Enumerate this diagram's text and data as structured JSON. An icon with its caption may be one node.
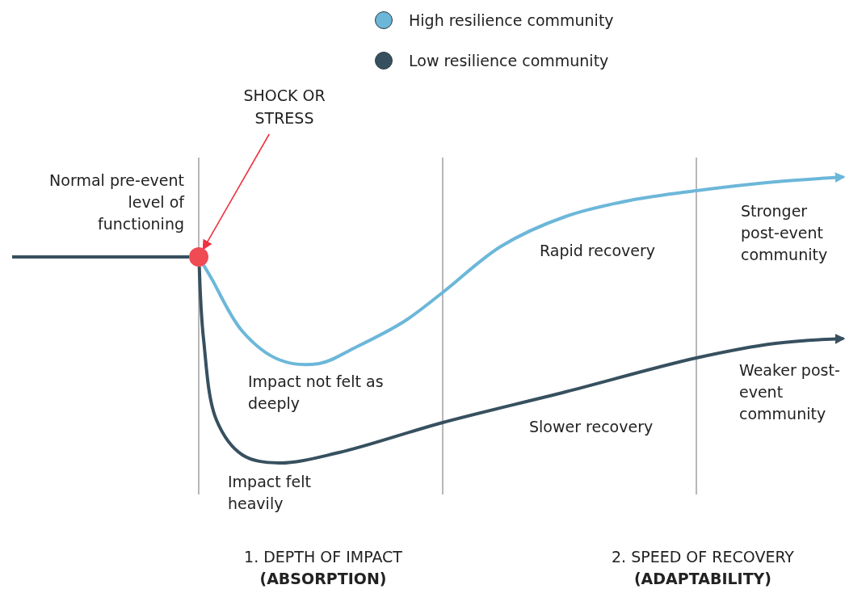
{
  "diagram": {
    "nodes": [
      {
        "text": [
          "SHOCK OR STRESS"
        ]
      },
      {
        "text": [],
        "shape": "circle"
      }
    ],
    "edges": [
      {
        "from": 0,
        "to": 1,
        "arrow": "to",
        "color": "#ee3340"
      },
      {
        "from": null,
        "to": 1,
        "arrow": "none"
      },
      {
        "from": 1,
        "to": null,
        "arrow": "to",
        "color": "#6cb7d9"
      },
      {
        "from": 1,
        "to": null,
        "arrow": "to"
      }
    ],
    "labels": [
      "Normal pre-event level of functioning",
      "Rapid recovery",
      "Stronger post-event community",
      "Impact not felt as deeply",
      "Weaker post-event community",
      "Slower recovery",
      "Impact felt heavily",
      "1. DEPTH OF IMPACT",
      "(ABSORPTION)",
      "2. SPEED OF RECOVERY",
      "(ADAPTABILITY)"
    ],
    "legend": [
      {
        "text": "High resilience community",
        "color": "#6cb7d9"
      },
      {
        "text": "Low resilience community",
        "color": "#37505f"
      }
    ]
  }
}
